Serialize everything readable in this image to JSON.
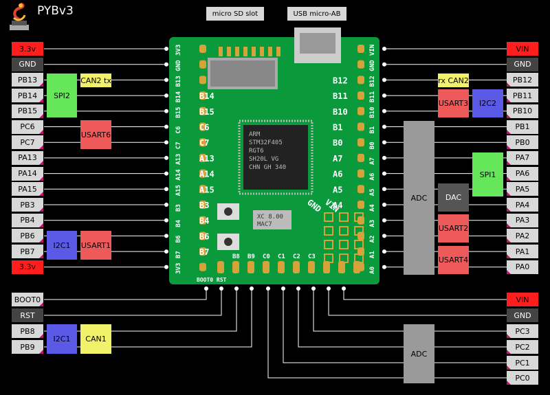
{
  "title": "PYBv3",
  "top_labels": {
    "sd": "micro SD slot",
    "usb": "USB micro-AB"
  },
  "left_pins": [
    {
      "label": "3.3v",
      "kind": "pwr"
    },
    {
      "label": "GND",
      "kind": "gnd"
    },
    {
      "label": "PB13",
      "kind": "pin"
    },
    {
      "label": "PB14",
      "kind": "pin"
    },
    {
      "label": "PB15",
      "kind": "pin"
    },
    {
      "label": "PC6",
      "kind": "pin"
    },
    {
      "label": "PC7",
      "kind": "pin"
    },
    {
      "label": "PA13",
      "kind": "pin"
    },
    {
      "label": "PA14",
      "kind": "pin"
    },
    {
      "label": "PA15",
      "kind": "pin"
    },
    {
      "label": "PB3",
      "kind": "pin"
    },
    {
      "label": "PB4",
      "kind": "pin"
    },
    {
      "label": "PB6",
      "kind": "pin"
    },
    {
      "label": "PB7",
      "kind": "pin"
    },
    {
      "label": "3.3v",
      "kind": "pwr"
    }
  ],
  "right_pins": [
    {
      "label": "VIN",
      "kind": "pwr"
    },
    {
      "label": "GND",
      "kind": "gnd"
    },
    {
      "label": "PB12",
      "kind": "pin"
    },
    {
      "label": "PB11",
      "kind": "pin"
    },
    {
      "label": "PB10",
      "kind": "pin"
    },
    {
      "label": "PB1",
      "kind": "pin"
    },
    {
      "label": "PB0",
      "kind": "pin"
    },
    {
      "label": "PA7",
      "kind": "pin"
    },
    {
      "label": "PA6",
      "kind": "pin"
    },
    {
      "label": "PA5",
      "kind": "pin"
    },
    {
      "label": "PA4",
      "kind": "pin"
    },
    {
      "label": "PA3",
      "kind": "pin"
    },
    {
      "label": "PA2",
      "kind": "pin"
    },
    {
      "label": "PA1",
      "kind": "pin"
    },
    {
      "label": "PA0",
      "kind": "pin"
    }
  ],
  "bottom_left_pins": [
    {
      "label": "BOOT0",
      "kind": "pin"
    },
    {
      "label": "RST",
      "kind": "gnd"
    },
    {
      "label": "PB8",
      "kind": "pin"
    },
    {
      "label": "PB9",
      "kind": "pin"
    }
  ],
  "bottom_right_pins": [
    {
      "label": "VIN",
      "kind": "pwr"
    },
    {
      "label": "GND",
      "kind": "gnd"
    },
    {
      "label": "PC3",
      "kind": "pin"
    },
    {
      "label": "PC2",
      "kind": "pin"
    },
    {
      "label": "PC1",
      "kind": "pin"
    },
    {
      "label": "PC0",
      "kind": "pin"
    }
  ],
  "groups": {
    "can2tx": "CAN2 tx",
    "spi2": "SPI2",
    "usart6": "USART6",
    "i2c1_left": "I2C1",
    "usart1": "USART1",
    "rxcan2": "rx CAN2",
    "usart3": "USART3",
    "i2c2": "I2C2",
    "adc_right": "ADC",
    "spi1": "SPI1",
    "dac": "DAC",
    "usart2": "USART2",
    "usart4": "USART4",
    "i2c1_bottom": "I2C1",
    "can1": "CAN1",
    "adc_bottom": "ADC"
  },
  "board_left_pins": [
    "3V3",
    "GND",
    "B13",
    "B14",
    "B15",
    "C6",
    "C7",
    "A13",
    "A14",
    "A15",
    "B3",
    "B4",
    "B6",
    "B7",
    "3V3"
  ],
  "board_right_pins": [
    "VIN",
    "GND",
    "B12",
    "B11",
    "B10",
    "B1",
    "B0",
    "A7",
    "A6",
    "A5",
    "A4",
    "A3",
    "A2",
    "A1",
    "A0"
  ],
  "board_bottom_pins": [
    "B8",
    "B9",
    "C0",
    "C1",
    "C2",
    "C3"
  ],
  "board_inner_labels": [
    "B14",
    "B15",
    "C6",
    "C7",
    "A13",
    "A14",
    "A15",
    "B3",
    "B4",
    "B6",
    "B7",
    "B12",
    "B11",
    "B10",
    "B1",
    "B0",
    "A7",
    "A6",
    "A5",
    "A4"
  ],
  "board_bottom_text": "BOOT0 RST",
  "board_gnd_vin": [
    "GND",
    "VIN"
  ],
  "chip_text": [
    "ARM",
    "STM32F405",
    "RGT6",
    "SH20L VG",
    "CHN GH 340"
  ],
  "crystal_text": [
    "XC 8.00",
    "MAC7"
  ],
  "colors": {
    "green": "#66e65a",
    "pink": "#ee5a5a",
    "yellow": "#f2f26a",
    "blue": "#5a5ae6",
    "gray": "#9a9a9a",
    "darkgray": "#555555",
    "board": "#0a9a3c",
    "pad": "#d6a23a"
  }
}
